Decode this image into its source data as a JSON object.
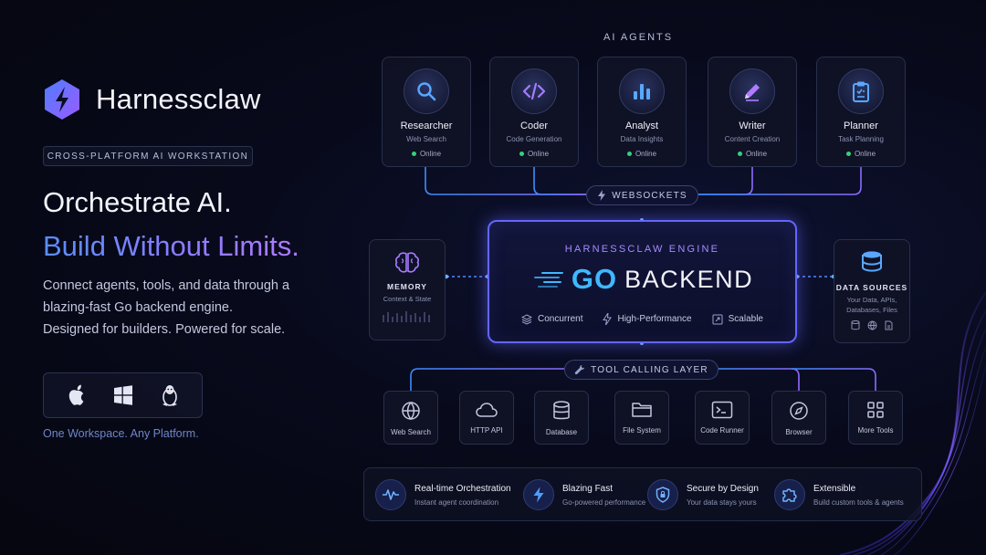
{
  "brand": {
    "name": "Harnessclaw"
  },
  "badge": "CROSS-PLATFORM AI WORKSTATION",
  "headline": {
    "line1": "Orchestrate AI.",
    "line2": "Build Without Limits."
  },
  "description": [
    "Connect agents, tools, and data through a",
    "blazing-fast Go backend engine.",
    "Designed for builders. Powered for scale."
  ],
  "platforms": [
    {
      "icon": "apple-icon"
    },
    {
      "icon": "windows-icon"
    },
    {
      "icon": "linux-icon"
    }
  ],
  "tagline": "One Workspace. Any Platform.",
  "agents_title": "AI AGENTS",
  "agents": [
    {
      "name": "Researcher",
      "sub": "Web Search",
      "status": "Online",
      "icon": "search-icon"
    },
    {
      "name": "Coder",
      "sub": "Code Generation",
      "status": "Online",
      "icon": "code-icon"
    },
    {
      "name": "Analyst",
      "sub": "Data Insights",
      "status": "Online",
      "icon": "bar-chart-icon"
    },
    {
      "name": "Writer",
      "sub": "Content Creation",
      "status": "Online",
      "icon": "pen-icon"
    },
    {
      "name": "Planner",
      "sub": "Task Planning",
      "status": "Online",
      "icon": "clipboard-icon"
    }
  ],
  "websockets": "WEBSOCKETS",
  "engine": {
    "title": "HARNESSCLAW ENGINE",
    "go": "GO",
    "backend": "BACKEND",
    "features": [
      "Concurrent",
      "High-Performance",
      "Scalable"
    ]
  },
  "memory": {
    "title": "MEMORY",
    "sub": "Context & State"
  },
  "data_sources": {
    "title": "DATA SOURCES",
    "sub": "Your Data, APIs, Databases, Files"
  },
  "tool_layer": "TOOL CALLING LAYER",
  "tools": [
    {
      "label": "Web Search",
      "icon": "globe-icon"
    },
    {
      "label": "HTTP API",
      "icon": "cloud-icon"
    },
    {
      "label": "Database",
      "icon": "database-icon"
    },
    {
      "label": "File System",
      "icon": "folder-icon"
    },
    {
      "label": "Code Runner",
      "icon": "terminal-icon"
    },
    {
      "label": "Browser",
      "icon": "compass-icon"
    },
    {
      "label": "More Tools",
      "icon": "grid-icon"
    }
  ],
  "footer": [
    {
      "title": "Real-time Orchestration",
      "sub": "Instant agent coordination",
      "icon": "pulse-icon"
    },
    {
      "title": "Blazing Fast",
      "sub": "Go-powered performance",
      "icon": "bolt-icon"
    },
    {
      "title": "Secure by Design",
      "sub": "Your data stays yours",
      "icon": "shield-icon"
    },
    {
      "title": "Extensible",
      "sub": "Build custom tools & agents",
      "icon": "puzzle-icon"
    }
  ],
  "colors": {
    "accent": "#6266ff",
    "go_blue": "#3fb8ff",
    "online": "#36d07a",
    "purple": "#a58bff"
  }
}
